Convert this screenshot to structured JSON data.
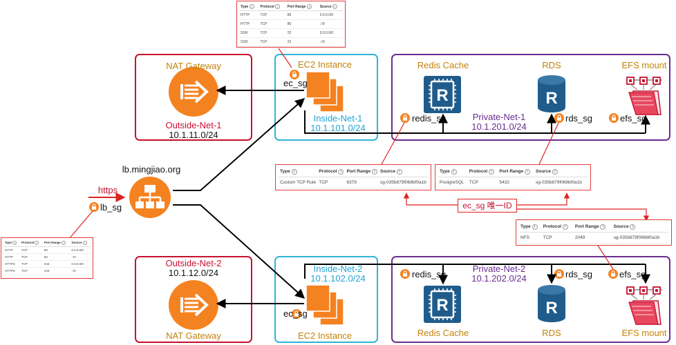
{
  "colors": {
    "red": "#c8102e",
    "cyan": "#2eb4d8",
    "purple": "#6a2c91",
    "orange": "#f58220",
    "navy": "#1f5c8c",
    "gold": "#c2820a",
    "textblue": "#1fa3d6"
  },
  "icons": {
    "nat": "nat-gateway-icon",
    "lb": "load-balancer-icon",
    "ec2": "ec2-instances-icon",
    "redis": "redis-cache-icon",
    "rds": "rds-database-icon",
    "efs": "efs-mount-icon",
    "lock": "lock-icon"
  },
  "labels": {
    "nat_gateway": "NAT Gateway",
    "outside_net_1": "Outside-Net-1",
    "outside_cidr_1": "10.1.11.0/24",
    "outside_net_2": "Outside-Net-2",
    "outside_cidr_2": "10.1.12.0/24",
    "ec2_instance": "EC2 Instance",
    "inside_net_1": "Inside-Net-1",
    "inside_cidr_1": "10.1.101.0/24",
    "inside_net_2": "Inside-Net-2",
    "inside_cidr_2": "10.1.102.0/24",
    "private_net_1": "Private-Net-1",
    "private_cidr_1": "10.1.201.0/24",
    "private_net_2": "Private-Net-2",
    "private_cidr_2": "10.1.202.0/24",
    "redis_cache": "Redis Cache",
    "rds": "RDS",
    "efs_mount": "EFS mount",
    "lb_host": "lb.mingjiao.org",
    "https": "https",
    "ec_sg": "ec_sg",
    "redis_sg": "redis_sg",
    "rds_sg": "rds_sg",
    "efs_sg": "efs_sg",
    "lb_sg": "lb_sg",
    "ec_sg_unique_id": "ec_sg 唯一ID"
  },
  "tables": {
    "headers": {
      "type": "Type",
      "protocol": "Protocol",
      "port_range": "Port Range",
      "source": "Source"
    },
    "ec2_sg": [
      {
        "type": "HTTP",
        "protocol": "TCP",
        "port": "80",
        "source": "0.0.0.0/0"
      },
      {
        "type": "HTTP",
        "protocol": "TCP",
        "port": "80",
        "source": "::/0"
      },
      {
        "type": "SSH",
        "protocol": "TCP",
        "port": "22",
        "source": "0.0.0.0/0"
      },
      {
        "type": "SSH",
        "protocol": "TCP",
        "port": "22",
        "source": "::/0"
      }
    ],
    "lb_sg": [
      {
        "type": "HTTP",
        "protocol": "TCP",
        "port": "80",
        "source": "0.0.0.0/0"
      },
      {
        "type": "HTTP",
        "protocol": "TCP",
        "port": "80",
        "source": "::/0"
      },
      {
        "type": "HTTPS",
        "protocol": "TCP",
        "port": "443",
        "source": "0.0.0.0/0"
      },
      {
        "type": "HTTPS",
        "protocol": "TCP",
        "port": "443",
        "source": "::/0"
      }
    ],
    "redis_sg": [
      {
        "type": "Custom TCP Rule",
        "protocol": "TCP",
        "port": "6379",
        "source": "sg-035b879f068bf0a1b"
      }
    ],
    "rds_sg": [
      {
        "type": "PostgreSQL",
        "protocol": "TCP",
        "port": "5432",
        "source": "sg-035b879f068bf0a1b"
      }
    ],
    "efs_sg": [
      {
        "type": "NFS",
        "protocol": "TCP",
        "port": "2049",
        "source": "sg-035b879f068bf0a1b"
      }
    ]
  }
}
